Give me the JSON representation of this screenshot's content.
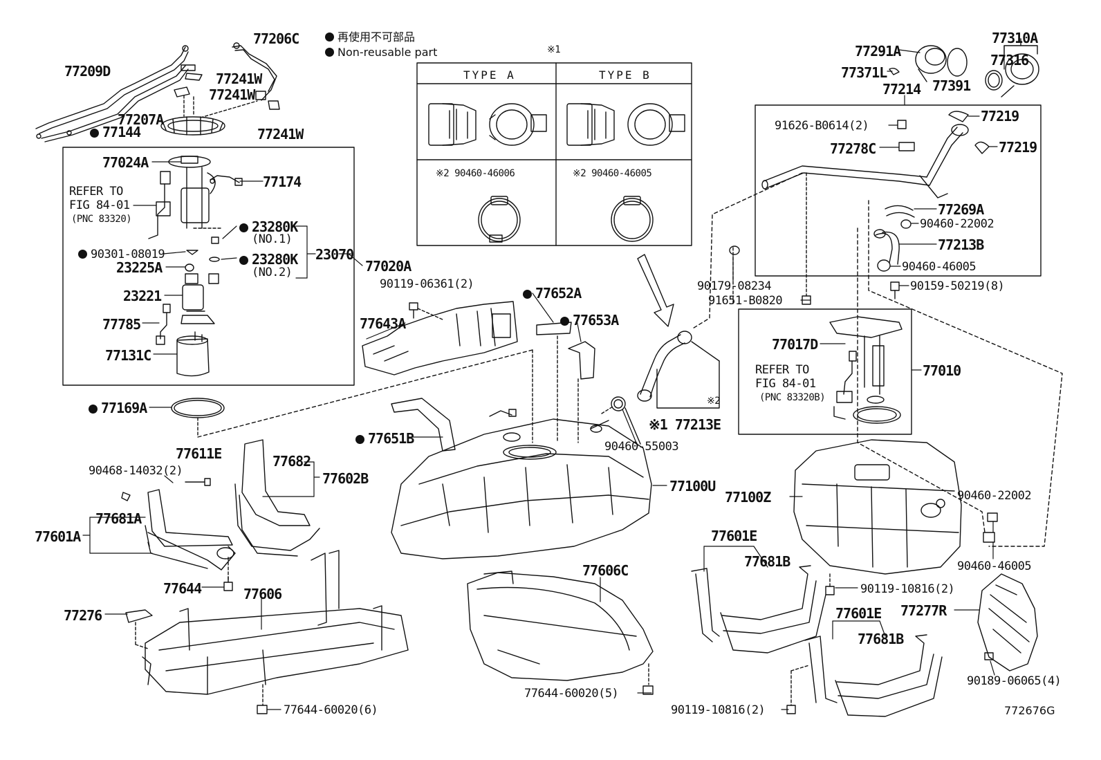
{
  "diagram": {
    "legend": {
      "jp": "再使用不可部品",
      "en": "Non-reusable part"
    },
    "note_mark_1": "※1",
    "inset_types": {
      "type_a": "TYPE A",
      "type_b": "TYPE B",
      "clamp_a": "※2 90460-46006",
      "clamp_b": "※2 90460-46005"
    },
    "labels": {
      "p77209D": "77209D",
      "p77206C": "77206C",
      "p77241W_1": "77241W",
      "p77241W_2": "77241W",
      "p77241W_3": "77241W",
      "p77207A": "77207A",
      "p77144": "77144",
      "p77024A": "77024A",
      "p77174": "77174",
      "refer_1": "REFER TO",
      "fig_1": "FIG 84-01",
      "pnc_1": "(PNC 83320)",
      "p23280K_1": "23280K",
      "no1": "(NO.1)",
      "p90301": "90301-08019",
      "p23070": "23070",
      "p77020A": "77020A",
      "p23280K_2": "23280K",
      "no2": "(NO.2)",
      "p23225A": "23225A",
      "p23221": "23221",
      "p77785": "77785",
      "p77131C": "77131C",
      "p90119_06361": "90119-06361(2)",
      "p77643A": "77643A",
      "p77652A": "77652A",
      "p77653A": "77653A",
      "p77169A": "77169A",
      "p77651B": "77651B",
      "p77611E": "77611E",
      "p90468": "90468-14032(2)",
      "p77682": "77682",
      "p77602B": "77602B",
      "p77681A": "77681A",
      "p77601A": "77601A",
      "p77644": "77644",
      "p77606": "77606",
      "p77276": "77276",
      "p77644_6": "77644-60020(6)",
      "p77606C": "77606C",
      "p77644_5": "77644-60020(5)",
      "p77100U": "77100U",
      "p90460_55003": "90460-55003",
      "p77213E": "※1 77213E",
      "mark2": "※2",
      "p77291A": "77291A",
      "p77371L": "77371L",
      "p77214": "77214",
      "p77391": "77391",
      "p77310A": "77310A",
      "p77316": "77316",
      "p91626": "91626-B0614(2)",
      "p77219_1": "77219",
      "p77278C": "77278C",
      "p77219_2": "77219",
      "p77269A": "77269A",
      "p90460_22002a": "90460-22002",
      "p77213B": "77213B",
      "p90460_46005a": "90460-46005",
      "p90179": "90179-08234",
      "p90159": "90159-50219(8)",
      "p91651": "91651-B0820",
      "p77017D": "77017D",
      "p77010": "77010",
      "refer_2": "REFER TO",
      "fig_2": "FIG 84-01",
      "pnc_2": "(PNC 83320B)",
      "p77100Z": "77100Z",
      "p90460_22002b": "90460-22002",
      "p90460_46005b": "90460-46005",
      "p77601E_1": "77601E",
      "p77681B_1": "77681B",
      "p90119_10816a": "90119-10816(2)",
      "p77277R": "77277R",
      "p77601E_2": "77601E",
      "p77681B_2": "77681B",
      "p90189": "90189-06065(4)",
      "p90119_10816b": "90119-10816(2)",
      "figure_id": "772676G"
    }
  }
}
